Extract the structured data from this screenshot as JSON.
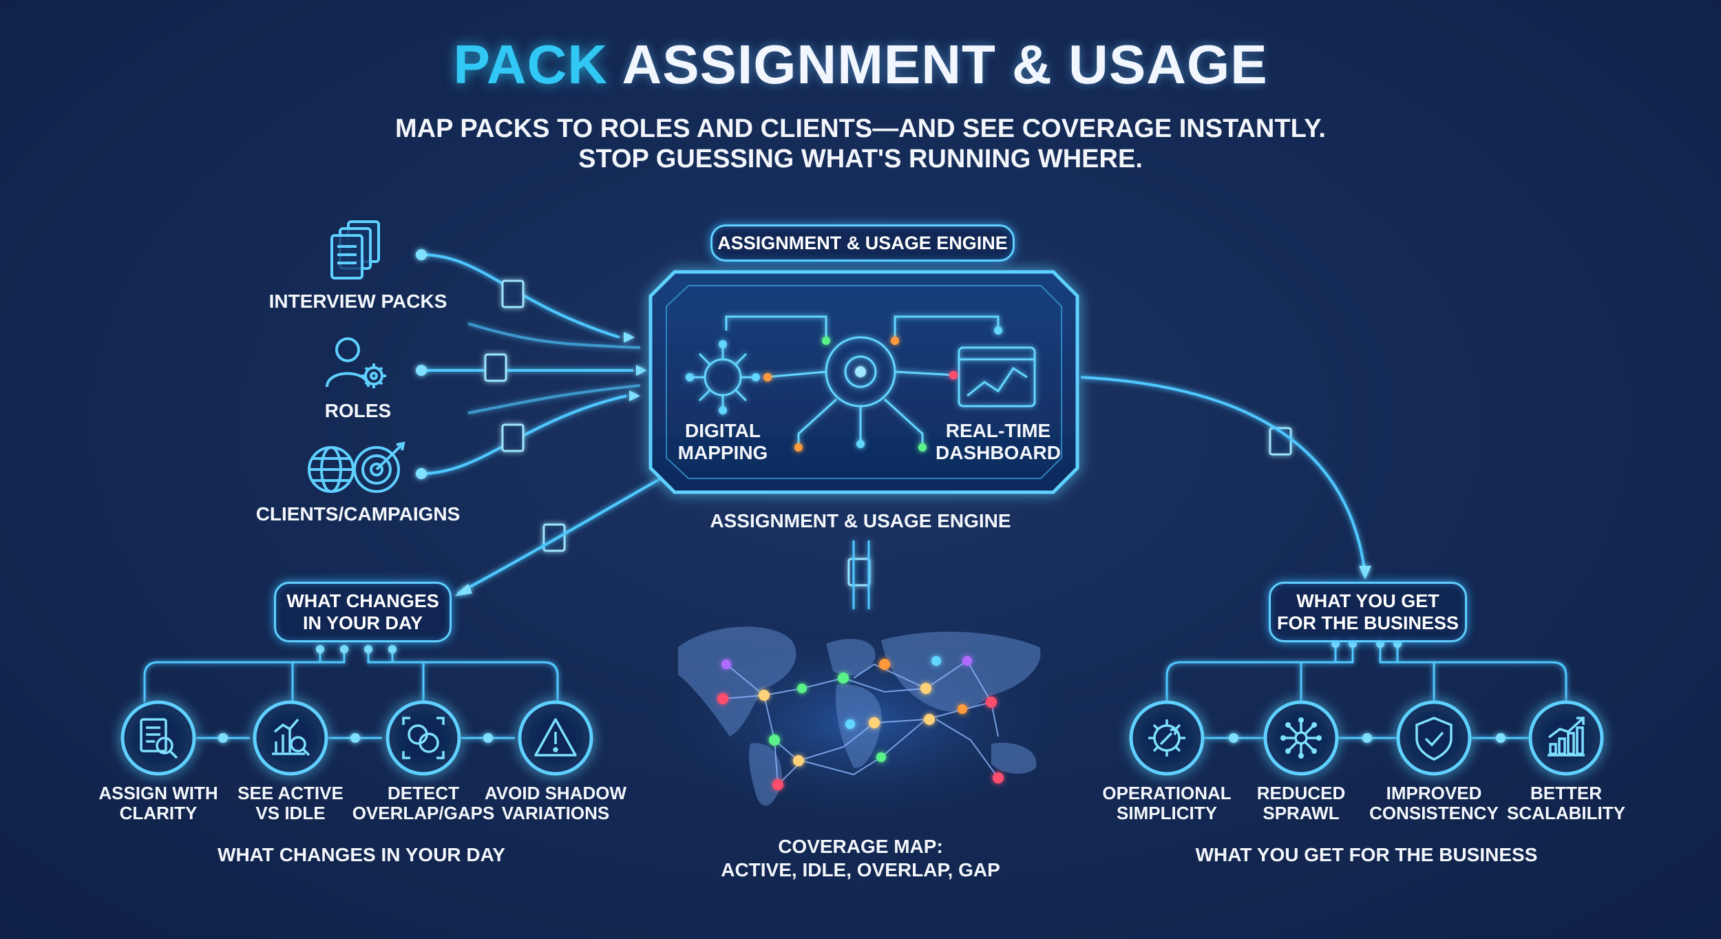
{
  "header": {
    "title_accent": "PACK",
    "title_rest": "ASSIGNMENT & USAGE",
    "subtitle_line1": "MAP PACKS TO ROLES AND CLIENTS—AND SEE COVERAGE INSTANTLY.",
    "subtitle_line2": "STOP GUESSING WHAT'S RUNNING WHERE."
  },
  "inputs": [
    {
      "label": "INTERVIEW PACKS",
      "icon": "documents-icon"
    },
    {
      "label": "ROLES",
      "icon": "user-gear-icon"
    },
    {
      "label": "CLIENTS/CAMPAIGNS",
      "icon": "globe-target-icon"
    }
  ],
  "engine": {
    "top_label": "ASSIGNMENT & USAGE ENGINE",
    "bottom_label": "ASSIGNMENT & USAGE ENGINE",
    "left_feature": [
      "DIGITAL",
      "MAPPING"
    ],
    "right_feature": [
      "REAL-TIME",
      "DASHBOARD"
    ]
  },
  "left_branch": {
    "box_label": [
      "WHAT CHANGES",
      "IN YOUR DAY"
    ],
    "items": [
      {
        "line1": "ASSIGN WITH",
        "line2": "CLARITY",
        "icon": "document-search-icon"
      },
      {
        "line1": "SEE ACTIVE",
        "line2": "VS IDLE",
        "icon": "chart-search-icon"
      },
      {
        "line1": "DETECT",
        "line2": "OVERLAP/GAPS",
        "icon": "overlap-icon"
      },
      {
        "line1": "AVOID SHADOW",
        "line2": "VARIATIONS",
        "icon": "warning-icon"
      }
    ],
    "caption": "WHAT CHANGES IN YOUR DAY"
  },
  "right_branch": {
    "box_label": [
      "WHAT YOU GET",
      "FOR THE BUSINESS"
    ],
    "items": [
      {
        "line1": "OPERATIONAL",
        "line2": "SIMPLICITY",
        "icon": "gear-wrench-icon"
      },
      {
        "line1": "REDUCED",
        "line2": "SPRAWL",
        "icon": "network-hub-icon"
      },
      {
        "line1": "IMPROVED",
        "line2": "CONSISTENCY",
        "icon": "shield-check-icon"
      },
      {
        "line1": "BETTER",
        "line2": "SCALABILITY",
        "icon": "growth-chart-icon"
      }
    ],
    "caption": "WHAT YOU GET FOR THE BUSINESS"
  },
  "coverage_map": {
    "caption_line1": "COVERAGE MAP:",
    "caption_line2": "ACTIVE, IDLE, OVERLAP, GAP"
  },
  "colors": {
    "background": "#142a55",
    "accent_cyan": "#31c8f5",
    "glow": "#5fd0ff",
    "node_orange": "#ff9a3c",
    "node_green": "#5cf28a",
    "node_red": "#ff4d6d",
    "node_purple": "#b06cff"
  }
}
